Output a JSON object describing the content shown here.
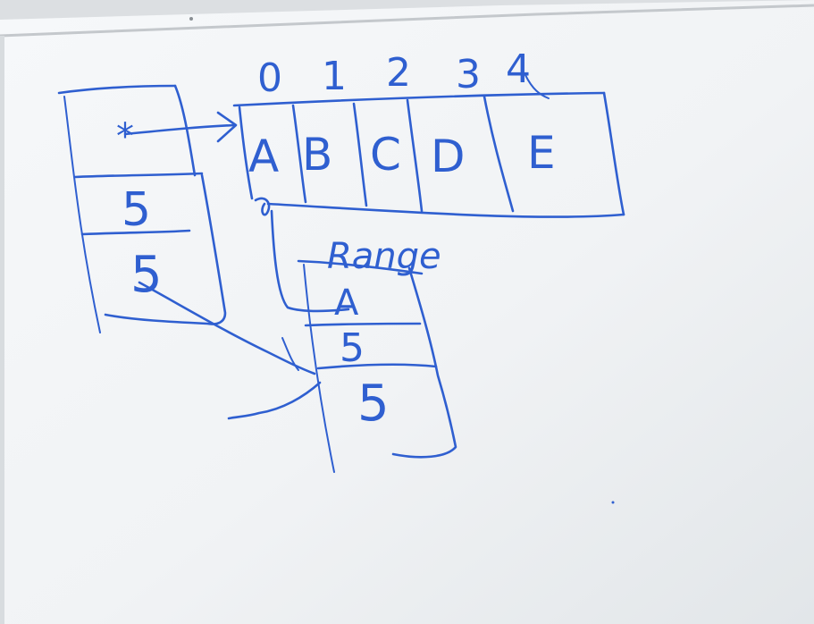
{
  "colors": {
    "ink": "#2f5fd0",
    "ink_faint": "#6f8fdc",
    "board": "#f4f6f8",
    "board_shadow": "#dfe3e6",
    "frame": "#c9cdd0"
  },
  "pointer_block": {
    "cells": [
      "*",
      "5",
      "5"
    ]
  },
  "array": {
    "indices": [
      "0",
      "1",
      "2",
      "3",
      "4"
    ],
    "cells": [
      "A",
      "B",
      "C",
      "D",
      "E"
    ]
  },
  "range_block": {
    "label": "Range",
    "cells": [
      "A",
      "5",
      "5"
    ]
  }
}
